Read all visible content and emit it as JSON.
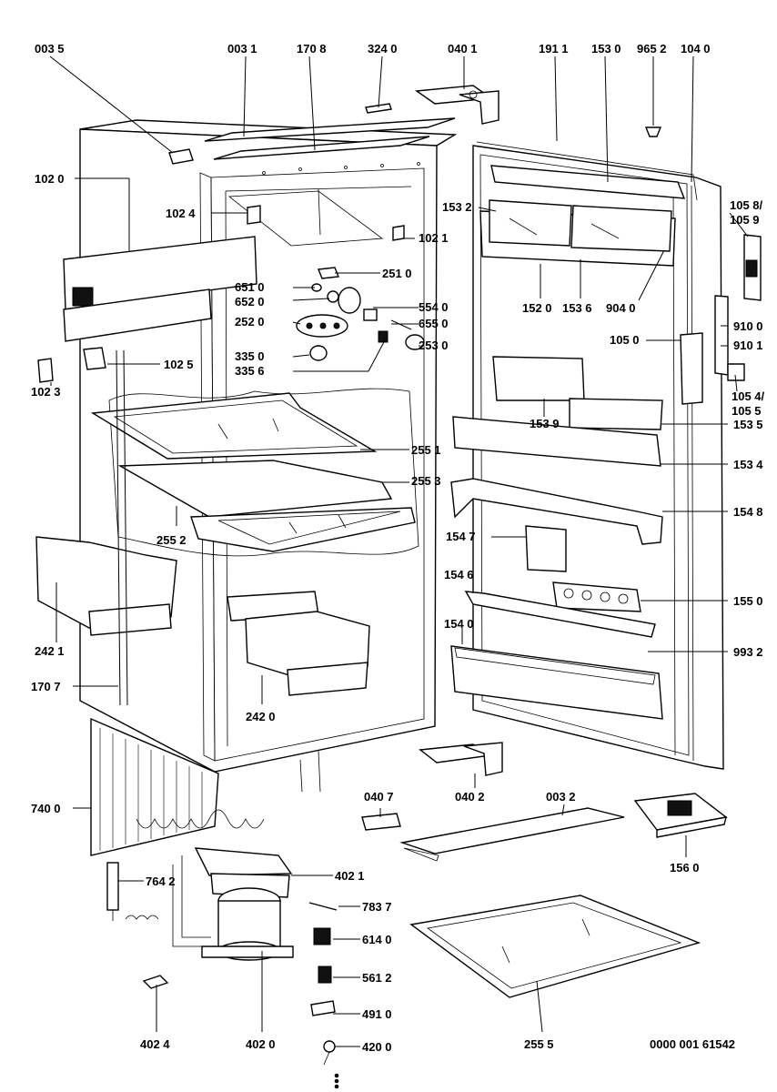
{
  "labels": [
    "003 5",
    "003 1",
    "170 8",
    "324 0",
    "040 1",
    "191 1",
    "153 0",
    "965 2",
    "104 0",
    "102 0",
    "102 4",
    "102 1",
    "153 2",
    "105 8/",
    "105 9",
    "651 0",
    "652 0",
    "251 0",
    "554 0",
    "252 0",
    "655 0",
    "253 0",
    "152 0",
    "153 6",
    "904 0",
    "910 0",
    "910 1",
    "105 0",
    "335 0",
    "335 6",
    "102 5",
    "102 3",
    "105 4/",
    "105 5",
    "153 9",
    "153 5",
    "153 4",
    "255 1",
    "255 3",
    "255 2",
    "154 8",
    "154 7",
    "154 6",
    "155 0",
    "154 0",
    "993 2",
    "242 1",
    "170 7",
    "242 0",
    "040 7",
    "040 2",
    "003 2",
    "740 0",
    "156 0",
    "764 2",
    "402 1",
    "783 7",
    "614 0",
    "561 2",
    "491 0",
    "420 0",
    "402 4",
    "402 0",
    "255 5",
    "0000 001 61542"
  ]
}
